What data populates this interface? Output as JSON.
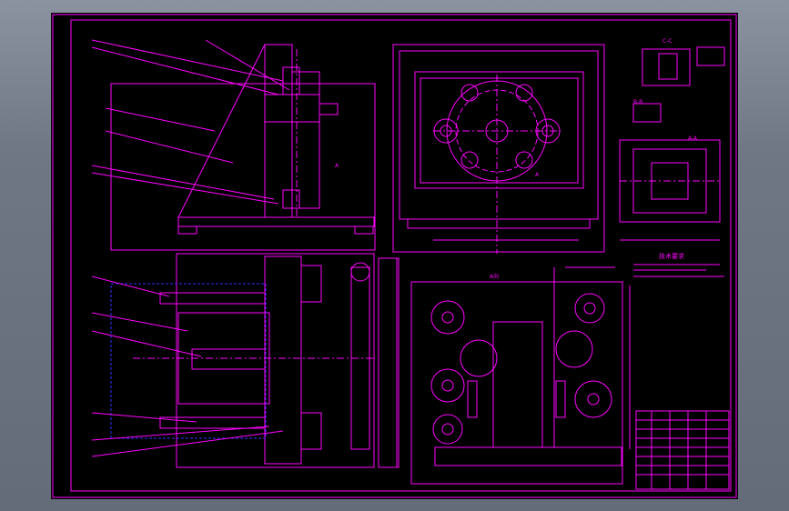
{
  "app": {
    "title": "",
    "background_color": "#6f7785",
    "viewport_color": "#000000",
    "line_color": "#ff00ff",
    "highlight_color": "#3030ff"
  },
  "drawing": {
    "section_cc_label": "C-C",
    "section_bb_label": "B-B",
    "view_aa_label": "A-A",
    "top_view_label": "A",
    "bottom_view_label": "A向",
    "section_title": "技术要求",
    "section_mark_left": "A"
  },
  "title_block": {
    "rows": 8
  }
}
